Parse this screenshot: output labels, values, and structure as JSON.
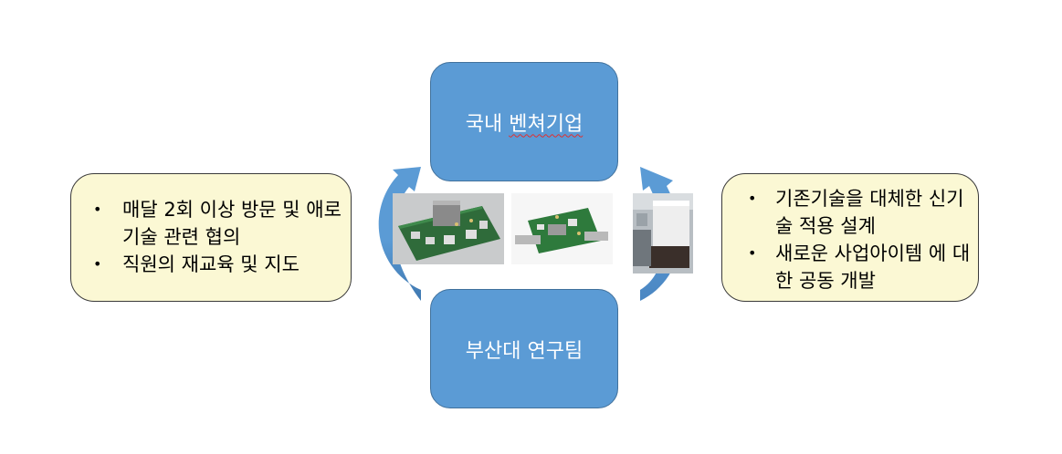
{
  "diagram": {
    "top_node": {
      "before": "국내",
      "squiggled": "벤쳐기업"
    },
    "bottom_node": {
      "label": "부산대 연구팀"
    },
    "left_callout": {
      "items": [
        "매달 2회 이상 방문 및 애로 기술 관련 협의",
        "직원의 재교육 및 지도"
      ]
    },
    "right_callout": {
      "items": [
        "기존기술을 대체한 신기술 적용 설계",
        "새로운 사업아이템 에 대한 공동 개발"
      ]
    },
    "photos": [
      "pcb-board-photo",
      "rf-module-board-photo",
      "equipment-cabinet-photo"
    ],
    "colors": {
      "node_fill": "#5b9bd5",
      "callout_fill": "#fbf8d4",
      "arrow_fill": "#5b9bd5"
    }
  }
}
